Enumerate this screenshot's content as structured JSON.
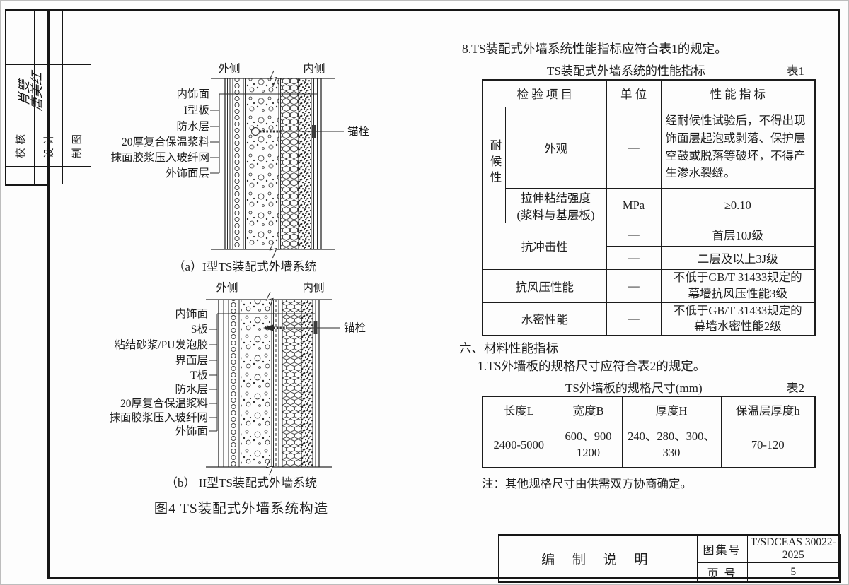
{
  "sidebar": {
    "labels": [
      "校核",
      "设计",
      "制图"
    ],
    "signatures": [
      "肖雙",
      "唐美红"
    ]
  },
  "figure": {
    "outer_side": "外侧",
    "inner_side": "内侧",
    "anchor_label": "锚栓",
    "layers_a": [
      "内饰面",
      "I型板",
      "防水层",
      "20厚复合保温浆料",
      "抹面胶浆压入玻纤网",
      "外饰面层"
    ],
    "layers_b": [
      "内饰面",
      "S板",
      "粘结砂浆/PU发泡胶",
      "界面层",
      "T板",
      "防水层",
      "20厚复合保温浆料",
      "抹面胶浆压入玻纤网",
      "外饰面"
    ],
    "caption_a": "（a）I型TS装配式外墙系统",
    "caption_b": "（b） II型TS装配式外墙系统",
    "title": "图4  TS装配式外墙系统构造"
  },
  "section8": {
    "heading": "8.TS装配式外墙系统性能指标应符合表1的规定。"
  },
  "table1": {
    "title": "TS装配式外墙系统的性能指标",
    "tag": "表1",
    "col_item": "检 验 项 目",
    "col_unit": "单 位",
    "col_value": "性 能 指 标",
    "group_weather": "耐候性",
    "rows": {
      "appearance": {
        "item": "外观",
        "unit": "—",
        "value": "经耐候性试验后，不得出现饰面层起泡或剥落、保护层空鼓或脱落等破坏，不得产生渗水裂缝。"
      },
      "tensile": {
        "item": "拉伸粘结强度\n(浆料与基层板)",
        "unit": "MPa",
        "value": "≥0.10"
      },
      "impact": {
        "item": "抗冲击性",
        "unit1": "—",
        "value1": "首层10J级",
        "unit2": "—",
        "value2": "二层及以上3J级"
      },
      "wind": {
        "item": "抗风压性能",
        "unit": "—",
        "value": "不低于GB/T 31433规定的\n幕墙抗风压性能3级"
      },
      "water": {
        "item": "水密性能",
        "unit": "—",
        "value": "不低于GB/T 31433规定的\n幕墙水密性能2级"
      }
    }
  },
  "section6": {
    "heading": "六、材料性能指标",
    "item1": "1.TS外墙板的规格尺寸应符合表2的规定。"
  },
  "table2": {
    "title": "TS外墙板的规格尺寸(mm)",
    "tag": "表2",
    "headers": [
      "长度L",
      "宽度B",
      "厚度H",
      "保温层厚度h"
    ],
    "row": [
      "2400-5000",
      "600、900\n1200",
      "240、280、300、\n330",
      "70-120"
    ],
    "note": "注：其他规格尺寸由供需双方协商确定。"
  },
  "titleblock": {
    "name": "编 制 说 明",
    "atlas_label": "图集号",
    "atlas_value": "T/SDCEAS 30022-2025",
    "page_label": "页 号",
    "page_value": "5"
  }
}
